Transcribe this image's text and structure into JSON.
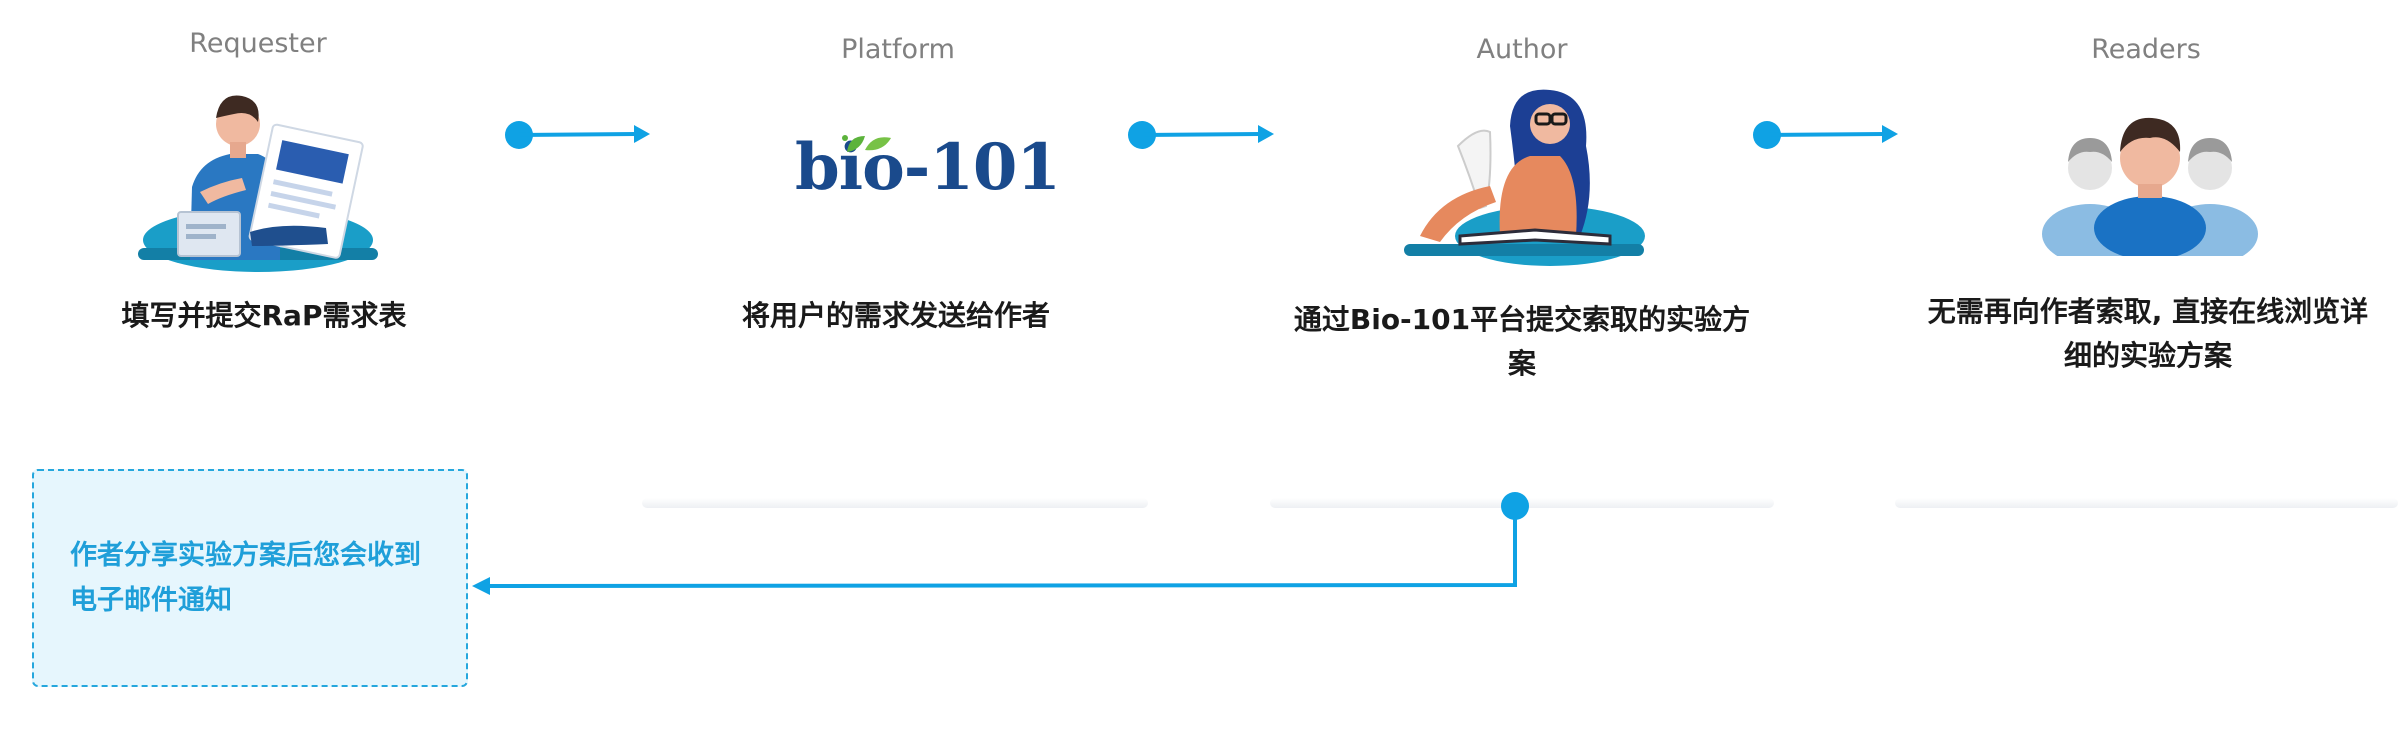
{
  "roles": {
    "requester": "Requester",
    "platform": "Platform",
    "author": "Author",
    "readers": "Readers"
  },
  "steps": {
    "requester": "填写并提交RaP需求表",
    "platform": "将用户的需求发送给作者",
    "author_line1": "通过Bio-101平台提交索取的实验方",
    "author_line2": "案",
    "readers_line1": "无需再向作者索取, 直接在线浏览详",
    "readers_line2": "细的实验方案"
  },
  "logo_text": "bio-101",
  "note": {
    "line1": "作者分享实验方案后您会收到",
    "line2": "电子邮件通知"
  },
  "colors": {
    "accent": "#0fa2e4",
    "note_bg": "#e6f6fd",
    "note_border": "#25a7dd",
    "logo": "#1a4a8c"
  },
  "icons": [
    "requester-illustration",
    "bio-101-logo",
    "author-illustration",
    "readers-illustration",
    "arrow-right-icon",
    "arrow-left-icon"
  ]
}
